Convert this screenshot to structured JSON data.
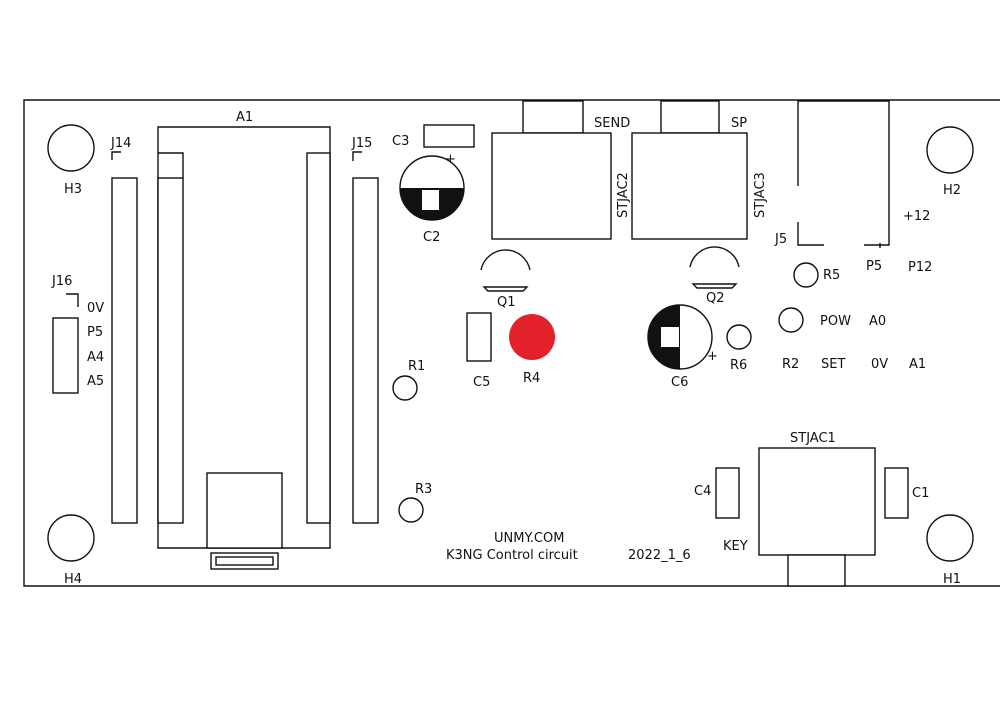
{
  "mounting_holes": {
    "h1": "H1",
    "h2": "H2",
    "h3": "H3",
    "h4": "H4"
  },
  "connectors": {
    "a1": "A1",
    "j14": "J14",
    "j15": "J15",
    "j16": "J16",
    "j5": "J5"
  },
  "j16_pins": [
    "0V",
    "P5",
    "A4",
    "A5"
  ],
  "jacks": {
    "stjac1": "STJAC1",
    "stjac2": "STJAC2",
    "stjac3": "STJAC3",
    "send": "SEND",
    "sp": "SP",
    "key": "KEY"
  },
  "components": {
    "c1": "C1",
    "c2": "C2",
    "c3": "C3",
    "c4": "C4",
    "c5": "C5",
    "c6": "C6",
    "q1": "Q1",
    "q2": "Q2",
    "r1": "R1",
    "r2": "R2",
    "r3": "R3",
    "r4": "R4",
    "r5": "R5",
    "r6": "R6"
  },
  "polarity_mark": "+",
  "power_labels": {
    "plus12": "+12",
    "p5": "P5",
    "p12": "P12",
    "pow": "POW",
    "a0": "A0",
    "set": "SET",
    "ov": "0V",
    "a1": "A1"
  },
  "footer": {
    "site": "UNMY.COM",
    "title": "K3NG Control circuit",
    "date": "2022_1_6"
  },
  "colors": {
    "highlight": "#e3212b",
    "ink": "#111111",
    "board": "#ffffff"
  }
}
